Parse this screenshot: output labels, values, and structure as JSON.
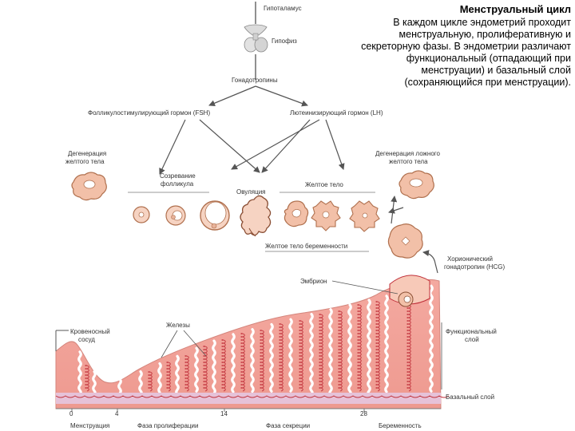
{
  "title": "Менструальный цикл",
  "description_lines": [
    "В каждом цикле эндометрий проходит",
    "менструальную, пролиферативную и",
    "секреторную фазы. В эндометрии различают",
    "функциональный (отпадающий при",
    "менструации) и базальный слой",
    "(сохраняющийся при менструации)."
  ],
  "labels": {
    "hypothalamus": "Гипоталамус",
    "pituitary": "Гипофиз",
    "gonadotropins": "Гонадотропины",
    "fsh": "Фолликулостимулирующий гормон (FSH)",
    "lh": "Лютеинизирующий гормон (LH)",
    "degeneration_cl_1": "Дегенерация",
    "degeneration_cl_2": "желтого тела",
    "degeneration_false_cl_1": "Дегенерация ложного",
    "degeneration_false_cl_2": "желтого тела",
    "follicle_maturation_1": "Созревание",
    "follicle_maturation_2": "фолликула",
    "ovulation": "Овуляция",
    "corpus_luteum": "Желтое тело",
    "cl_pregnancy": "Желтое тело беременности",
    "hcg_1": "Хорионический",
    "hcg_2": "гонадотропин (HCG)",
    "embryo": "Эмбрион",
    "glands": "Железы",
    "vessel_1": "Кровеносный",
    "vessel_2": "сосуд",
    "functional_1": "Функциональный",
    "functional_2": "слой",
    "basal": "Базальный слой",
    "day_0": "0",
    "day_4": "4",
    "day_14": "14",
    "day_28": "28",
    "phase_menstruation": "Менструация",
    "phase_proliferation": "Фаза пролиферации",
    "phase_secretion": "Фаза секреции",
    "phase_pregnancy": "Беременность"
  },
  "colors": {
    "tissue": "#F4A9A0",
    "tissue_dark": "#E07F76",
    "basal": "#E6C2D8",
    "vessel": "#C0303A",
    "ovary_fill": "#F2C0A8",
    "ovary_stroke": "#B0704E",
    "arrow": "#555555"
  }
}
